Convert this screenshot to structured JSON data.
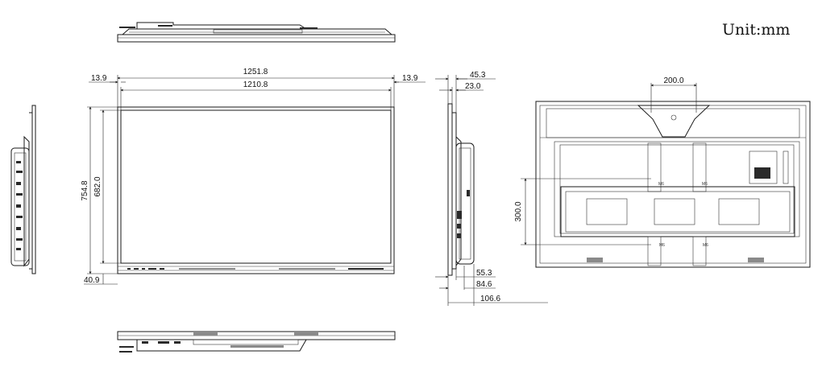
{
  "unit_label": "Unit:mm",
  "front_view": {
    "overall_width": "1251.8",
    "display_width": "1210.8",
    "left_bezel": "13.9",
    "right_bezel": "13.9",
    "overall_height": "754.8",
    "display_height": "682.0",
    "bottom_bezel": "40.9"
  },
  "side_view": {
    "top_depth": "45.3",
    "top_inner": "23.0",
    "depth_a": "55.3",
    "depth_b": "84.6",
    "depth_c": "106.6"
  },
  "rear_view": {
    "vesa_horizontal": "200.0",
    "vesa_vertical": "300.0",
    "screw_label": "M6"
  }
}
